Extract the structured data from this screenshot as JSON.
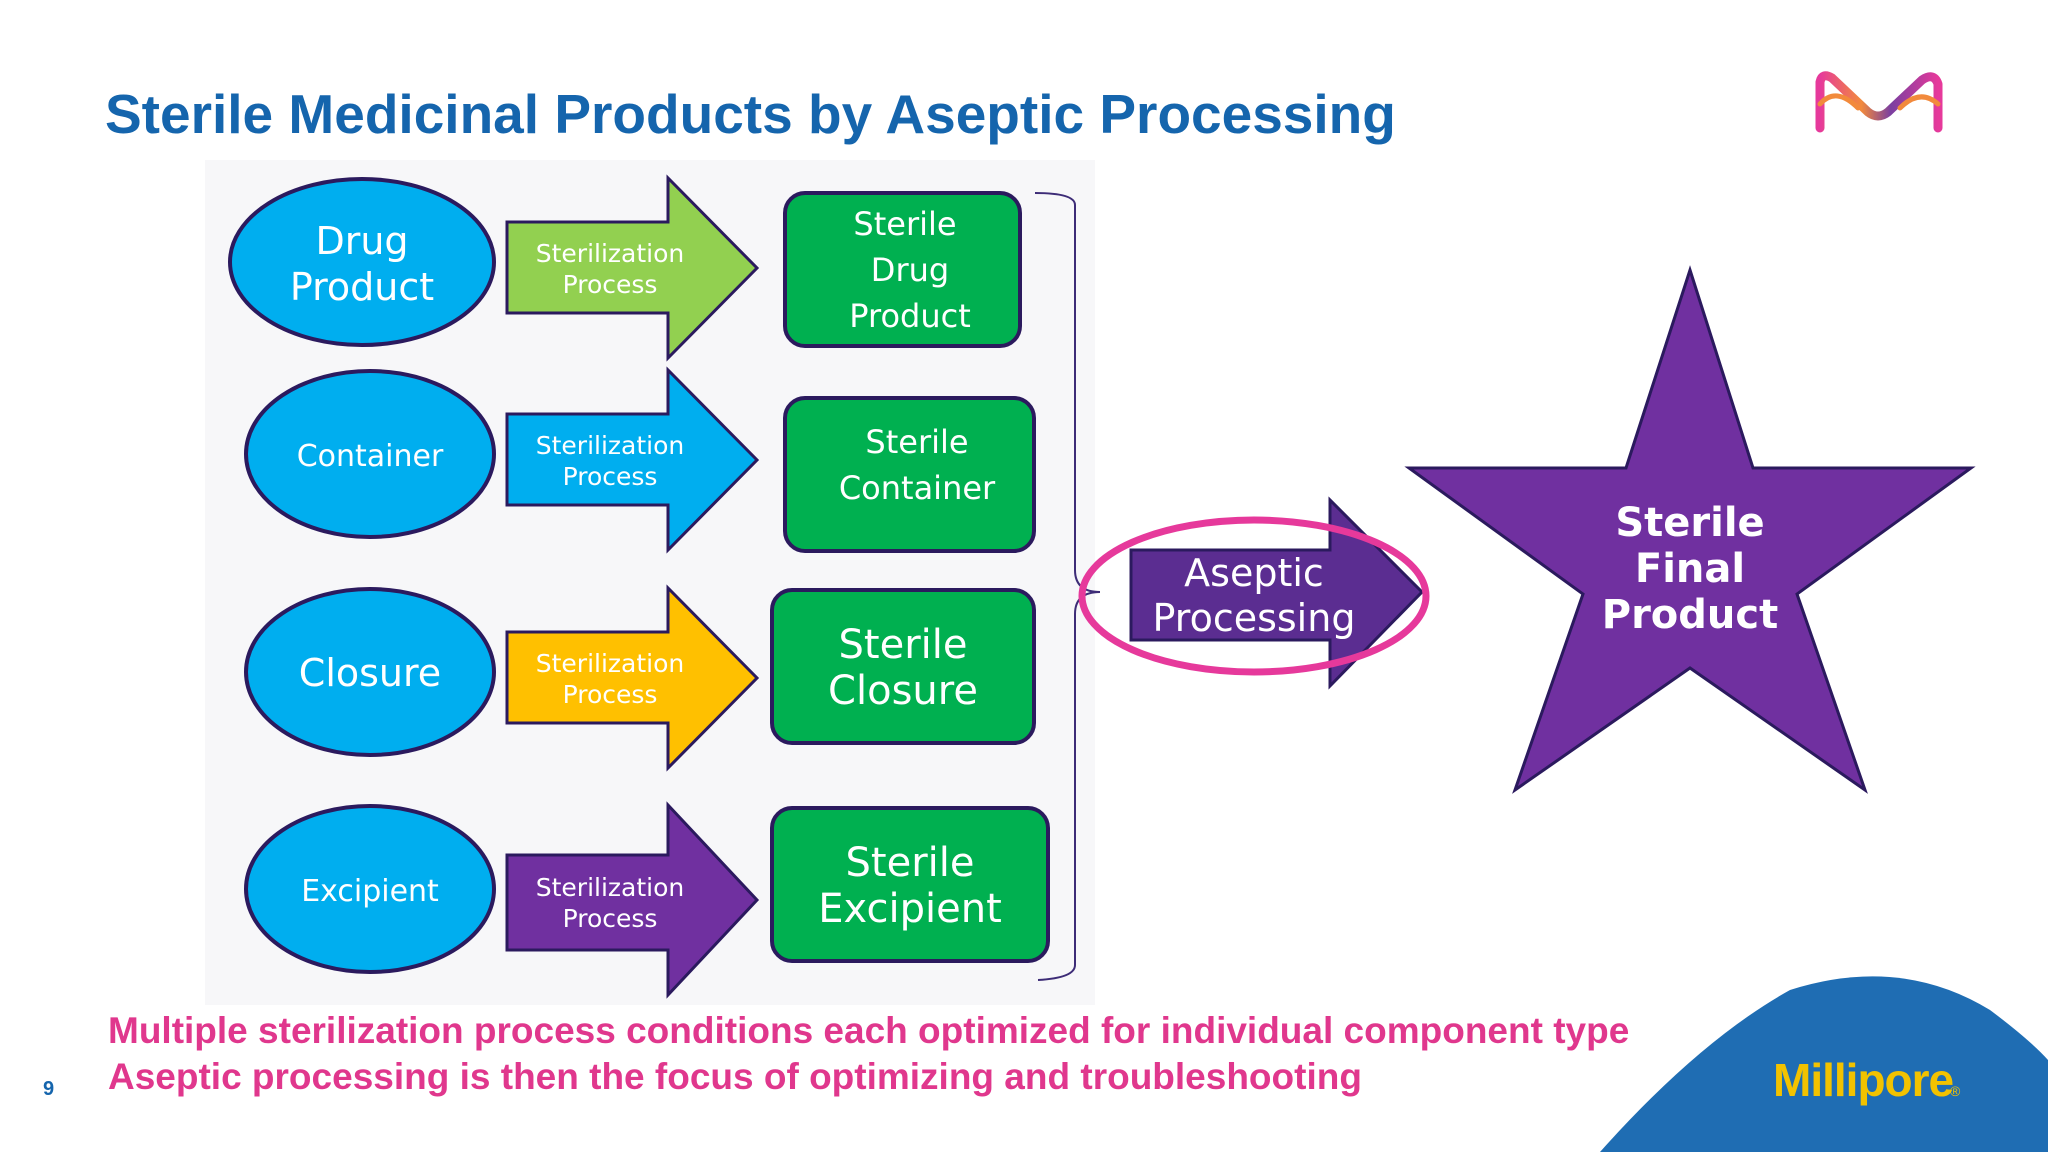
{
  "slide": {
    "title": "Sterile Medicinal Products by Aseptic Processing",
    "page_number": "9",
    "notes": [
      "Multiple sterilization process conditions each optimized for individual component type",
      "Aseptic processing is then the focus of optimizing and troubleshooting"
    ],
    "brand": {
      "name": "Millipore",
      "registered": "®",
      "logo": "merck-m-logo"
    }
  },
  "diagram": {
    "inputs": [
      {
        "lines": [
          "Drug",
          "Product"
        ],
        "color": "#00aeef"
      },
      {
        "lines": [
          "Container"
        ],
        "color": "#00aeef"
      },
      {
        "lines": [
          "Closure"
        ],
        "color": "#00aeef"
      },
      {
        "lines": [
          "Excipient"
        ],
        "color": "#00aeef"
      }
    ],
    "process_arrows": [
      {
        "lines": [
          "Sterilization",
          "Process"
        ],
        "color": "#92d050"
      },
      {
        "lines": [
          "Sterilization",
          "Process"
        ],
        "color": "#00aeef"
      },
      {
        "lines": [
          "Sterilization",
          "Process"
        ],
        "color": "#ffc000"
      },
      {
        "lines": [
          "Sterilization",
          "Process"
        ],
        "color": "#7030a0"
      }
    ],
    "outputs": [
      {
        "lines": [
          "Sterile",
          "Drug",
          "Product"
        ],
        "color": "#00b050"
      },
      {
        "lines": [
          "Sterile",
          "Container"
        ],
        "color": "#00b050"
      },
      {
        "lines": [
          "Sterile",
          "Closure"
        ],
        "color": "#00b050"
      },
      {
        "lines": [
          "Sterile",
          "Excipient"
        ],
        "color": "#00b050"
      }
    ],
    "aseptic": {
      "lines": [
        "Aseptic",
        "Processing"
      ],
      "color": "#5b2d91",
      "highlight": "#e6399b"
    },
    "final": {
      "lines": [
        "Sterile",
        "Final",
        "Product"
      ],
      "color": "#7030a0"
    }
  },
  "colors": {
    "title": "#1565ad",
    "notes": "#e0378d",
    "brand_blue": "#1f6db3",
    "brand_yellow": "#f2c200",
    "outline": "#2b1a5e"
  }
}
